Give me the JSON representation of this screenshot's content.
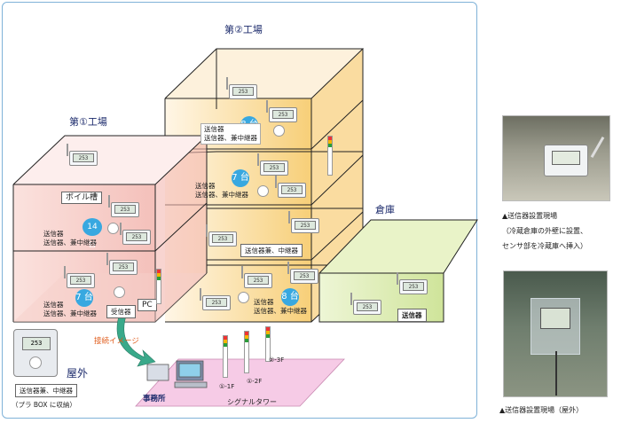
{
  "areas": {
    "factory2": "第②工場",
    "factory1": "第①工場",
    "warehouse": "倉庫",
    "outdoor": "屋外",
    "office": "事務所"
  },
  "factory2": {
    "upper": {
      "count": "8 台",
      "l1": "送信器",
      "l2": "送信器、兼中継器"
    },
    "middle": {
      "count": "7 台",
      "l1": "送信器",
      "l2": "送信器、兼中継器"
    },
    "lower_tag": "送信器兼、中継器",
    "bottom": {
      "count": "8 台",
      "l1": "送信器",
      "l2": "送信器、兼中継器"
    }
  },
  "factory1": {
    "boiler": "ボイル槽",
    "middle": {
      "count": "14 台",
      "l1": "送信器",
      "l2": "送信器、兼中継器"
    },
    "lower": {
      "count": "7 台",
      "l1": "送信器",
      "l2": "送信器、兼中継器"
    },
    "receiver": "受信器",
    "pc": "PC"
  },
  "warehouse": {
    "tag": "送信器"
  },
  "outdoor": {
    "tag": "送信器兼、中継器",
    "note": "（プラ BOX に収納）"
  },
  "connection": {
    "label": "接続イメージ"
  },
  "signal_tower": {
    "label": "シグナルタワー",
    "t1": "①-1F",
    "t2": "①-2F",
    "t3": "②-3F"
  },
  "photos": {
    "caption1_title": "▲送信器設置現場",
    "caption1_line1": "（冷蔵倉庫の外壁に設置、",
    "caption1_line2": "センサ部を冷蔵庫へ挿入）",
    "caption2": "▲送信器設置現場（屋外）"
  },
  "colors": {
    "factory1": "#f8dcd8",
    "factory2": "#fbe6bf",
    "warehouse": "#dfeeb4",
    "frame": "#7fb2d8"
  }
}
